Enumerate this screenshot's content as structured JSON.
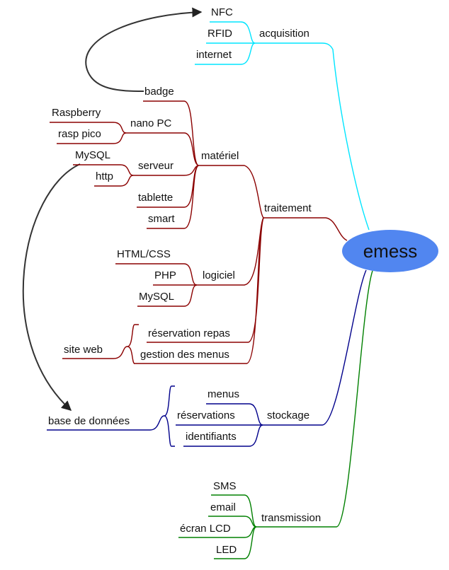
{
  "root": {
    "label": "emess",
    "fill": "#5186f0"
  },
  "branches": [
    {
      "label": "acquisition",
      "color": "#00e5ff",
      "children": [
        {
          "label": "NFC"
        },
        {
          "label": "RFID"
        },
        {
          "label": "internet"
        }
      ]
    },
    {
      "label": "traitement",
      "color": "#8b0000",
      "children": [
        {
          "label": "matériel",
          "children": [
            {
              "label": "badge"
            },
            {
              "label": "nano PC",
              "children": [
                {
                  "label": "Raspberry"
                },
                {
                  "label": "rasp pico"
                }
              ]
            },
            {
              "label": "serveur",
              "children": [
                {
                  "label": "MySQL"
                },
                {
                  "label": "http"
                }
              ]
            },
            {
              "label": "tablette"
            },
            {
              "label": "smart"
            }
          ]
        },
        {
          "label": "logiciel",
          "children": [
            {
              "label": "HTML/CSS"
            },
            {
              "label": "PHP"
            },
            {
              "label": "MySQL"
            }
          ]
        },
        {
          "label": "réservation repas"
        },
        {
          "label": "gestion des menus"
        }
      ],
      "group_label": "site web"
    },
    {
      "label": "stockage",
      "color": "#00008b",
      "children": [
        {
          "label": "menus"
        },
        {
          "label": "réservations"
        },
        {
          "label": "identifiants"
        }
      ],
      "group_label": "base de données"
    },
    {
      "label": "transmission",
      "color": "#008000",
      "children": [
        {
          "label": "SMS"
        },
        {
          "label": "email"
        },
        {
          "label": "écran LCD"
        },
        {
          "label": "LED"
        }
      ]
    }
  ],
  "relationships": [
    {
      "from": "badge",
      "to": "NFC",
      "color": "#333333"
    },
    {
      "from": "MySQL",
      "to": "base de données",
      "color": "#333333"
    }
  ]
}
